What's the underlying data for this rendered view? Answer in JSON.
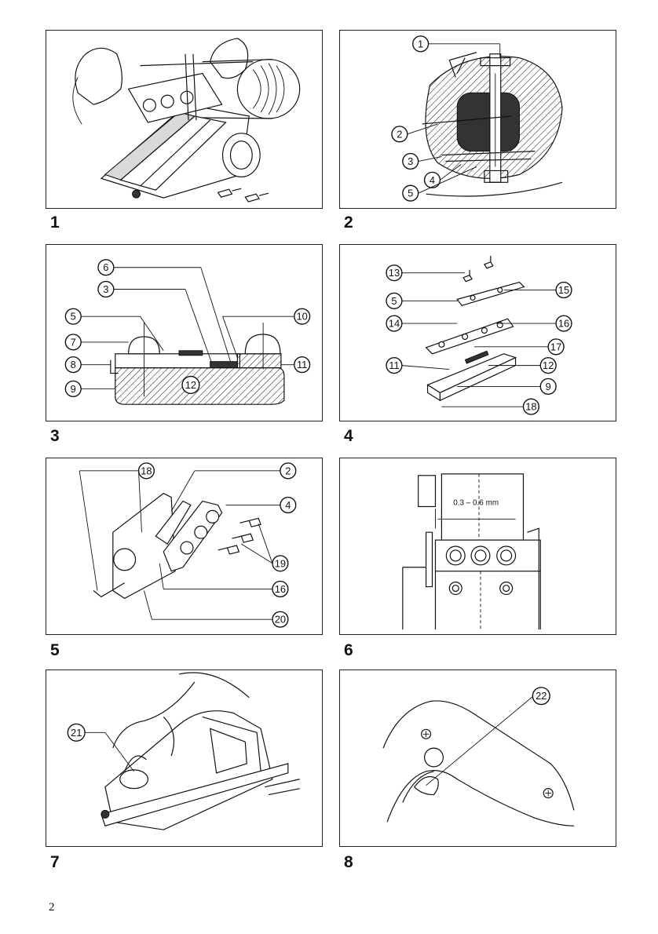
{
  "figures": [
    {
      "number": "1",
      "callouts": []
    },
    {
      "number": "2",
      "callouts": [
        "1",
        "2",
        "3",
        "4",
        "5"
      ]
    },
    {
      "number": "3",
      "callouts": [
        "6",
        "3",
        "5",
        "10",
        "7",
        "8",
        "11",
        "9",
        "12"
      ]
    },
    {
      "number": "4",
      "callouts": [
        "13",
        "15",
        "5",
        "14",
        "16",
        "17",
        "11",
        "12",
        "9",
        "18"
      ]
    },
    {
      "number": "5",
      "callouts": [
        "18",
        "2",
        "4",
        "19",
        "16",
        "20"
      ]
    },
    {
      "number": "6",
      "callouts": [],
      "measurement": "0.3 – 0.6 mm"
    },
    {
      "number": "7",
      "callouts": [
        "21"
      ]
    },
    {
      "number": "8",
      "callouts": [
        "22"
      ]
    }
  ],
  "page_number": "2"
}
